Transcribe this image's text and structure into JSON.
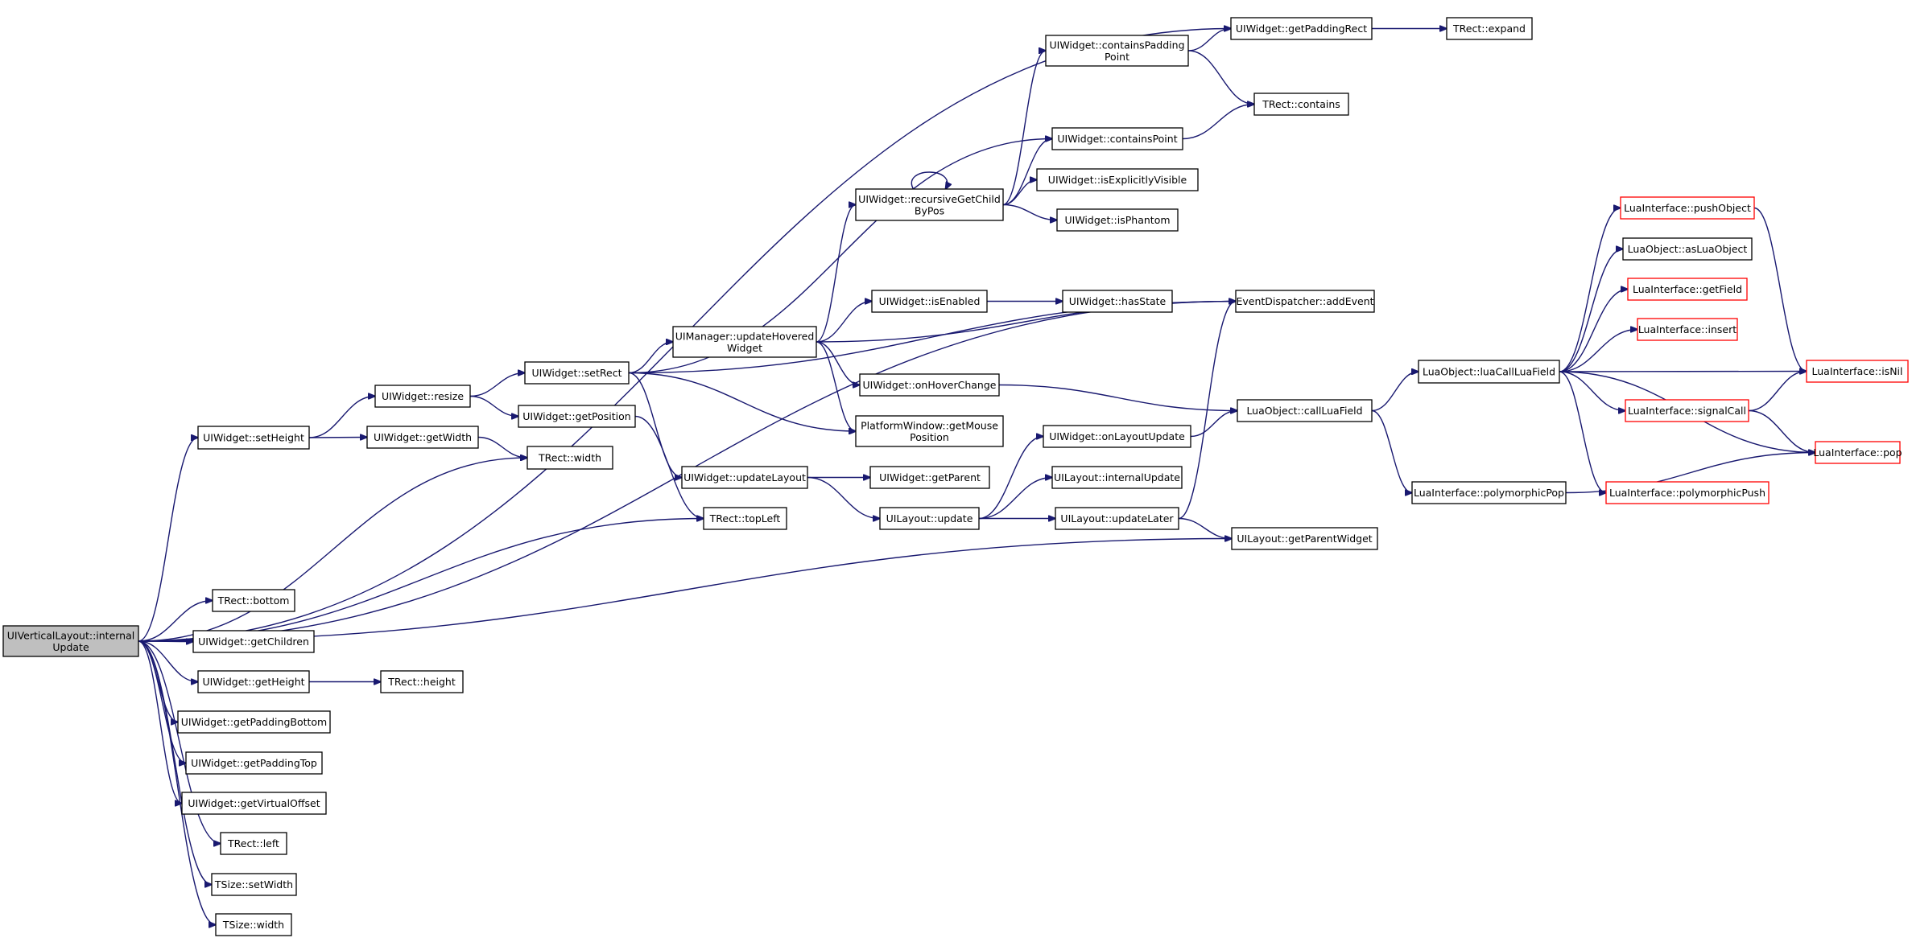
{
  "graph": {
    "colors": {
      "edge": "#191970",
      "node_border": "#000000",
      "node_border_truncated": "#ff0000",
      "root_fill": "#bfbfbf",
      "node_fill": "#ffffff"
    },
    "nodes": [
      {
        "id": "root",
        "lines": [
          "UIVerticalLayout::internal",
          "Update"
        ],
        "style": "root"
      },
      {
        "id": "setHeight",
        "lines": [
          "UIWidget::setHeight"
        ]
      },
      {
        "id": "bottom",
        "lines": [
          "TRect::bottom"
        ]
      },
      {
        "id": "getChildren",
        "lines": [
          "UIWidget::getChildren"
        ]
      },
      {
        "id": "getHeight",
        "lines": [
          "UIWidget::getHeight"
        ]
      },
      {
        "id": "getPaddingBottom",
        "lines": [
          "UIWidget::getPaddingBottom"
        ]
      },
      {
        "id": "getPaddingTop",
        "lines": [
          "UIWidget::getPaddingTop"
        ]
      },
      {
        "id": "getVirtualOffset",
        "lines": [
          "UIWidget::getVirtualOffset"
        ]
      },
      {
        "id": "left",
        "lines": [
          "TRect::left"
        ]
      },
      {
        "id": "setWidth",
        "lines": [
          "TSize::setWidth"
        ]
      },
      {
        "id": "tsizeWidth",
        "lines": [
          "TSize::width"
        ]
      },
      {
        "id": "resize",
        "lines": [
          "UIWidget::resize"
        ]
      },
      {
        "id": "getWidth",
        "lines": [
          "UIWidget::getWidth"
        ]
      },
      {
        "id": "rectWidth",
        "lines": [
          "TRect::width"
        ]
      },
      {
        "id": "rectHeight",
        "lines": [
          "TRect::height"
        ]
      },
      {
        "id": "setRect",
        "lines": [
          "UIWidget::setRect"
        ]
      },
      {
        "id": "getPosition",
        "lines": [
          "UIWidget::getPosition"
        ]
      },
      {
        "id": "topLeft",
        "lines": [
          "TRect::topLeft"
        ]
      },
      {
        "id": "updateHovered",
        "lines": [
          "UIManager::updateHovered",
          "Widget"
        ]
      },
      {
        "id": "updateLayout",
        "lines": [
          "UIWidget::updateLayout"
        ]
      },
      {
        "id": "recursiveGetChild",
        "lines": [
          "UIWidget::recursiveGetChild",
          "ByPos"
        ]
      },
      {
        "id": "isEnabled",
        "lines": [
          "UIWidget::isEnabled"
        ]
      },
      {
        "id": "onHoverChange",
        "lines": [
          "UIWidget::onHoverChange"
        ]
      },
      {
        "id": "getMousePosition",
        "lines": [
          "PlatformWindow::getMouse",
          "Position"
        ]
      },
      {
        "id": "getParent",
        "lines": [
          "UIWidget::getParent"
        ]
      },
      {
        "id": "layoutUpdate",
        "lines": [
          "UILayout::update"
        ]
      },
      {
        "id": "containsPaddingPoint",
        "lines": [
          "UIWidget::containsPadding",
          "Point"
        ]
      },
      {
        "id": "containsPoint",
        "lines": [
          "UIWidget::containsPoint"
        ]
      },
      {
        "id": "isExplicitlyVisible",
        "lines": [
          "UIWidget::isExplicitlyVisible"
        ]
      },
      {
        "id": "isPhantom",
        "lines": [
          "UIWidget::isPhantom"
        ]
      },
      {
        "id": "hasState",
        "lines": [
          "UIWidget::hasState"
        ]
      },
      {
        "id": "onLayoutUpdate",
        "lines": [
          "UIWidget::onLayoutUpdate"
        ]
      },
      {
        "id": "internalUpdate",
        "lines": [
          "UILayout::internalUpdate"
        ]
      },
      {
        "id": "updateLater",
        "lines": [
          "UILayout::updateLater"
        ]
      },
      {
        "id": "getPaddingRect",
        "lines": [
          "UIWidget::getPaddingRect"
        ]
      },
      {
        "id": "rectContains",
        "lines": [
          "TRect::contains"
        ]
      },
      {
        "id": "addEvent",
        "lines": [
          "EventDispatcher::addEvent"
        ]
      },
      {
        "id": "callLuaField",
        "lines": [
          "LuaObject::callLuaField"
        ]
      },
      {
        "id": "getParentWidget",
        "lines": [
          "UILayout::getParentWidget"
        ]
      },
      {
        "id": "expand",
        "lines": [
          "TRect::expand"
        ]
      },
      {
        "id": "luaCallLuaField",
        "lines": [
          "LuaObject::luaCallLuaField"
        ]
      },
      {
        "id": "polymorphicPop",
        "lines": [
          "LuaInterface::polymorphicPop"
        ]
      },
      {
        "id": "pushObject",
        "lines": [
          "LuaInterface::pushObject"
        ],
        "style": "red"
      },
      {
        "id": "asLuaObject",
        "lines": [
          "LuaObject::asLuaObject"
        ]
      },
      {
        "id": "getField",
        "lines": [
          "LuaInterface::getField"
        ],
        "style": "red"
      },
      {
        "id": "insert",
        "lines": [
          "LuaInterface::insert"
        ],
        "style": "red"
      },
      {
        "id": "signalCall",
        "lines": [
          "LuaInterface::signalCall"
        ],
        "style": "red"
      },
      {
        "id": "polymorphicPush",
        "lines": [
          "LuaInterface::polymorphicPush"
        ],
        "style": "red"
      },
      {
        "id": "isNil",
        "lines": [
          "LuaInterface::isNil"
        ],
        "style": "red"
      },
      {
        "id": "pop",
        "lines": [
          "LuaInterface::pop"
        ],
        "style": "red"
      }
    ],
    "edges": [
      [
        "root",
        "setHeight"
      ],
      [
        "root",
        "bottom"
      ],
      [
        "root",
        "getChildren"
      ],
      [
        "root",
        "getHeight"
      ],
      [
        "root",
        "getPaddingBottom"
      ],
      [
        "root",
        "getPaddingTop"
      ],
      [
        "root",
        "getVirtualOffset"
      ],
      [
        "root",
        "left"
      ],
      [
        "root",
        "setWidth"
      ],
      [
        "root",
        "tsizeWidth"
      ],
      [
        "root",
        "rectWidth"
      ],
      [
        "root",
        "topLeft"
      ],
      [
        "root",
        "getParentWidget"
      ],
      [
        "root",
        "getPaddingRect"
      ],
      [
        "root",
        "addEvent"
      ],
      [
        "setHeight",
        "resize"
      ],
      [
        "setHeight",
        "getWidth"
      ],
      [
        "getWidth",
        "rectWidth"
      ],
      [
        "getHeight",
        "rectHeight"
      ],
      [
        "resize",
        "setRect"
      ],
      [
        "resize",
        "getPosition"
      ],
      [
        "getPosition",
        "topLeft"
      ],
      [
        "setRect",
        "updateHovered"
      ],
      [
        "setRect",
        "updateLayout"
      ],
      [
        "setRect",
        "getMousePosition"
      ],
      [
        "setRect",
        "addEvent"
      ],
      [
        "setRect",
        "containsPoint"
      ],
      [
        "updateHovered",
        "recursiveGetChild"
      ],
      [
        "updateHovered",
        "isEnabled"
      ],
      [
        "updateHovered",
        "onHoverChange"
      ],
      [
        "updateHovered",
        "getMousePosition"
      ],
      [
        "updateHovered",
        "addEvent"
      ],
      [
        "updateLayout",
        "getParent"
      ],
      [
        "updateLayout",
        "layoutUpdate"
      ],
      [
        "recursiveGetChild",
        "recursiveGetChild"
      ],
      [
        "recursiveGetChild",
        "containsPaddingPoint"
      ],
      [
        "recursiveGetChild",
        "containsPoint"
      ],
      [
        "recursiveGetChild",
        "isExplicitlyVisible"
      ],
      [
        "recursiveGetChild",
        "isPhantom"
      ],
      [
        "isEnabled",
        "hasState"
      ],
      [
        "onHoverChange",
        "callLuaField"
      ],
      [
        "layoutUpdate",
        "onLayoutUpdate"
      ],
      [
        "layoutUpdate",
        "internalUpdate"
      ],
      [
        "layoutUpdate",
        "updateLater"
      ],
      [
        "containsPaddingPoint",
        "getPaddingRect"
      ],
      [
        "containsPaddingPoint",
        "rectContains"
      ],
      [
        "containsPoint",
        "rectContains"
      ],
      [
        "onLayoutUpdate",
        "callLuaField"
      ],
      [
        "updateLater",
        "addEvent"
      ],
      [
        "updateLater",
        "getParentWidget"
      ],
      [
        "getPaddingRect",
        "expand"
      ],
      [
        "callLuaField",
        "luaCallLuaField"
      ],
      [
        "callLuaField",
        "polymorphicPop"
      ],
      [
        "luaCallLuaField",
        "pushObject"
      ],
      [
        "luaCallLuaField",
        "asLuaObject"
      ],
      [
        "luaCallLuaField",
        "getField"
      ],
      [
        "luaCallLuaField",
        "insert"
      ],
      [
        "luaCallLuaField",
        "isNil"
      ],
      [
        "luaCallLuaField",
        "signalCall"
      ],
      [
        "luaCallLuaField",
        "pop"
      ],
      [
        "luaCallLuaField",
        "polymorphicPush"
      ],
      [
        "pushObject",
        "isNil"
      ],
      [
        "signalCall",
        "isNil"
      ],
      [
        "signalCall",
        "pop"
      ],
      [
        "polymorphicPop",
        "pop"
      ]
    ]
  }
}
